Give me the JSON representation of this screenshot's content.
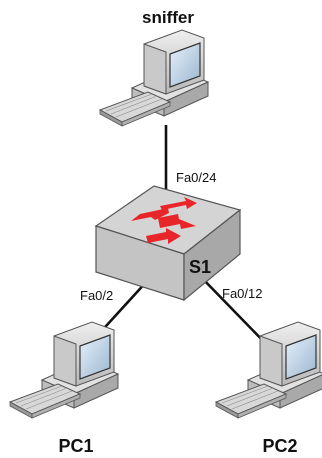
{
  "hosts": {
    "sniffer": {
      "label": "sniffer"
    },
    "pc1": {
      "label": "PC1"
    },
    "pc2": {
      "label": "PC2"
    }
  },
  "switch": {
    "label": "S1"
  },
  "ports": {
    "sniffer_link": "Fa0/24",
    "pc1_link": "Fa0/2",
    "pc2_link": "Fa0/12"
  },
  "colors": {
    "switch_top": "#d8d8d8",
    "switch_side": "#c2c2c2",
    "arrow": "#e8262a",
    "monitor": "#d4d4d4",
    "screen": "#b9cee2",
    "cable": "#111111"
  }
}
